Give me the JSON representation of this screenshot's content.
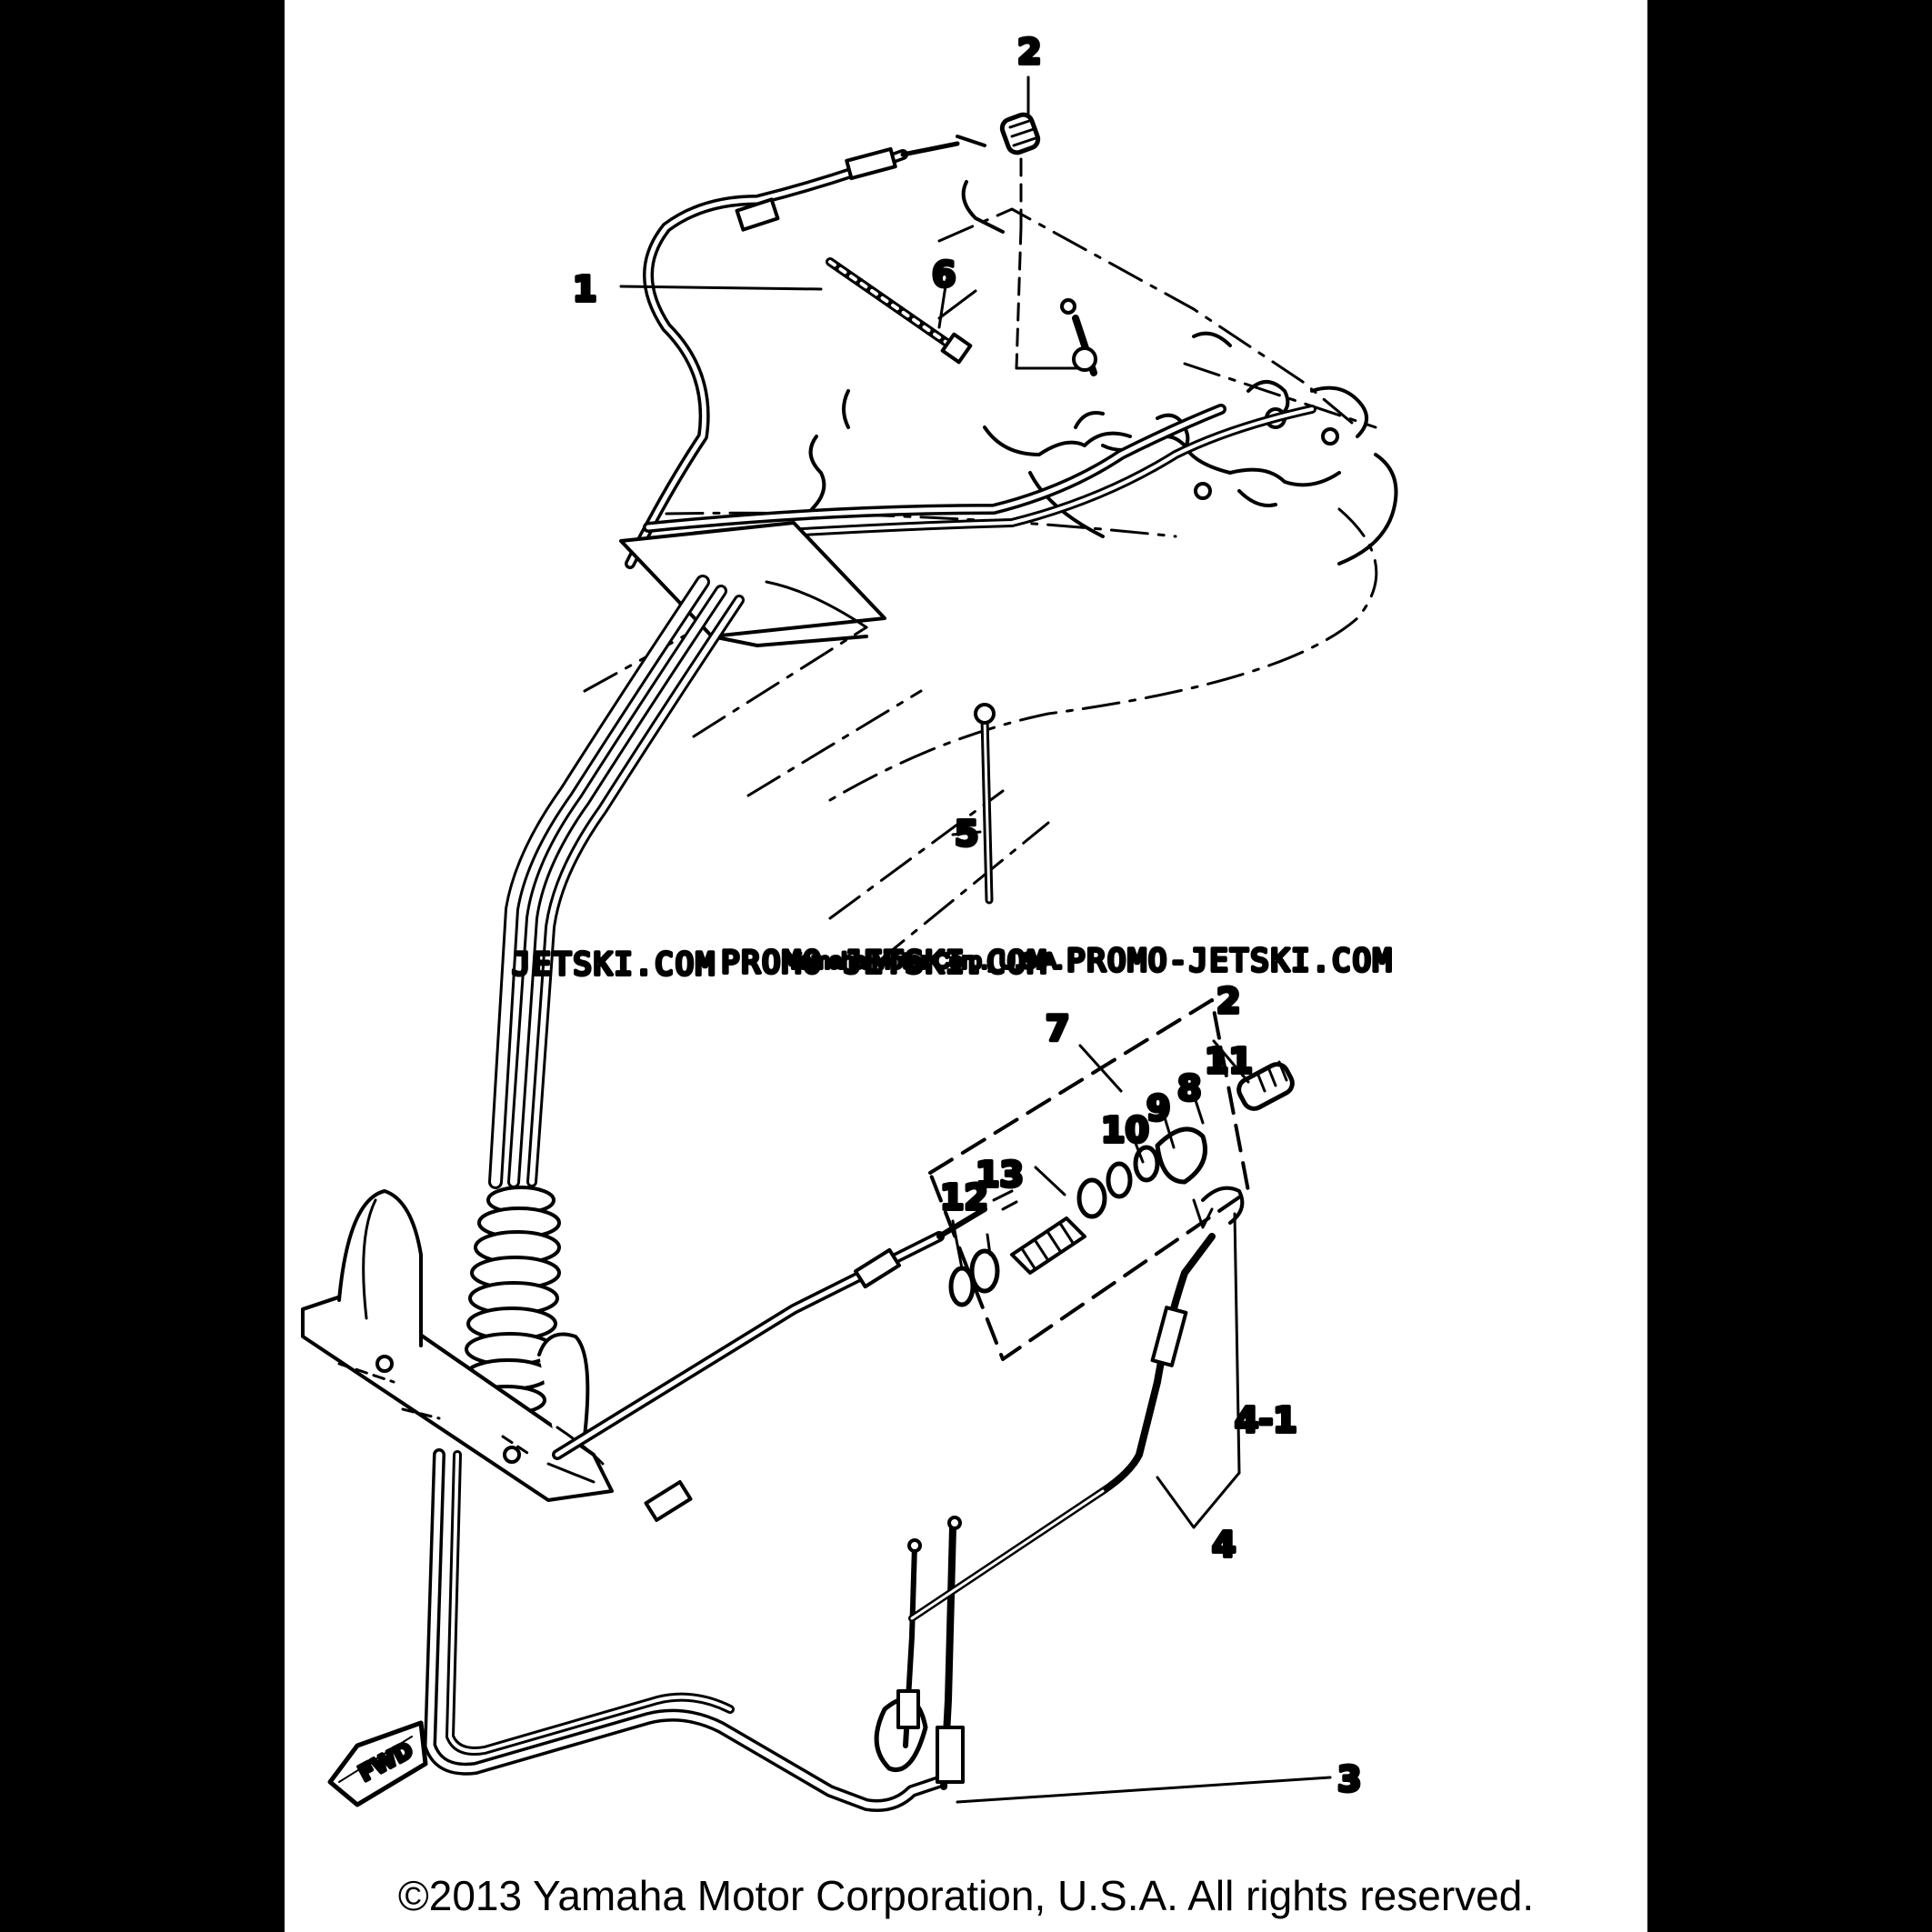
{
  "callouts": {
    "c1": "1",
    "c2_top": "2",
    "c2_right": "2",
    "c3": "3",
    "c4": "4",
    "c4_1": "4-1",
    "c5": "5",
    "c6": "6",
    "c7": "7",
    "c8": "8",
    "c9": "9",
    "c10": "10",
    "c11": "11",
    "c12": "12",
    "c13": "13"
  },
  "fwd_label": "FWD",
  "watermark": {
    "left": "JETSKI.COM",
    "middle": "PROMO-JETSKI.COM",
    "right": "PROMO-JETSKI.COM",
    "overlay": "Yamaha Motor Corp., U.S.A."
  },
  "copyright": "©2013 Yamaha Motor Corporation, U.S.A. All rights reserved."
}
